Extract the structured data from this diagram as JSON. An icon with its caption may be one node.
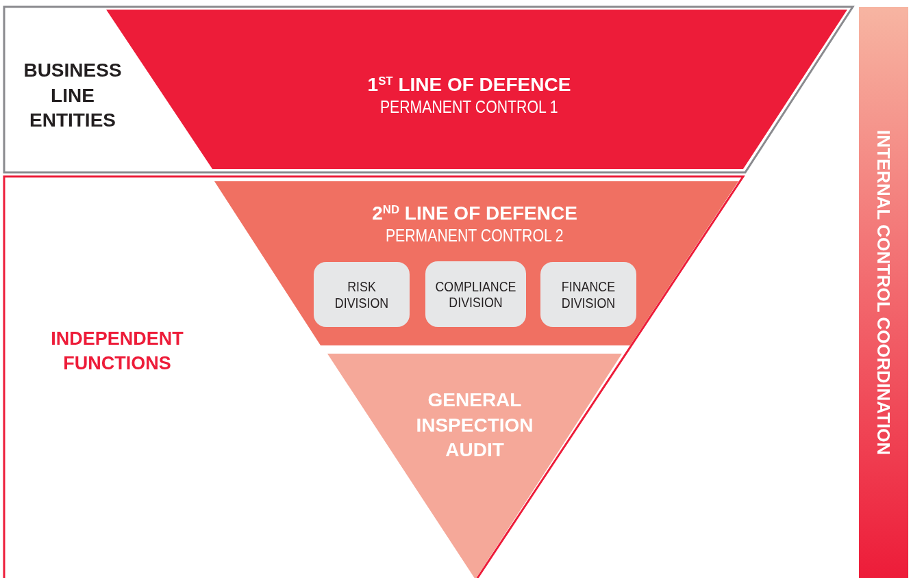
{
  "diagram": {
    "nodes": [
      {
        "text": [
          "BUSINESS LINE ENTITIES"
        ]
      },
      {
        "text": [
          "1$^{ST}$ LINE OF DEFENCE",
          "PERMANENT CONTROL 1"
        ],
        "in": 0
      },
      {
        "text": [
          "INDEPENDENT FUNCTIONS"
        ]
      },
      {
        "text": [
          "2$^{ND}$ LINE OF DEFENCE",
          "PERMANENT CONTROL 2"
        ],
        "in": 2
      },
      {
        "text": [
          "RISK DIVISION"
        ],
        "in": 3
      },
      {
        "text": [
          "COMPLIANCE DIVISION"
        ],
        "in": 3
      },
      {
        "text": [
          "FINANCE DIVISION"
        ],
        "in": 3
      },
      {
        "text": [
          "GENERAL INSPECTION AUDIT"
        ],
        "in": 2
      },
      {
        "text": [
          "INTERNAL CONTROL COORDINATION"
        ]
      }
    ]
  }
}
